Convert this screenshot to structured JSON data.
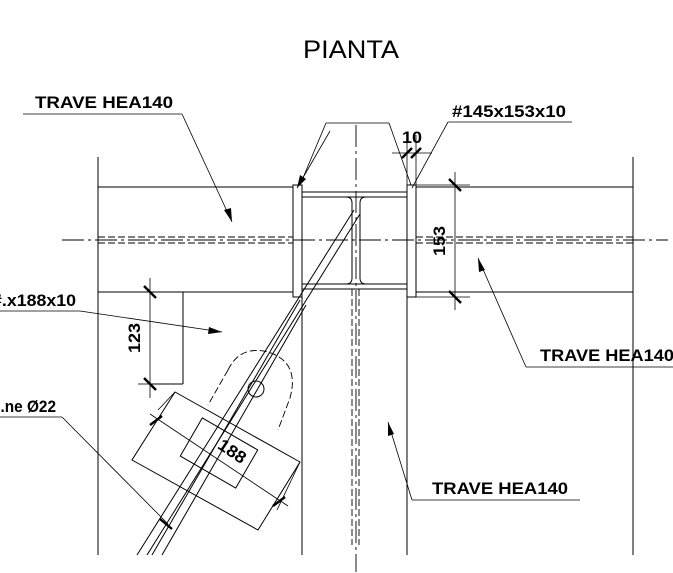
{
  "drawing": {
    "title": "PIANTA",
    "labels": {
      "beam_top_left": "TRAVE HEA140",
      "plate_top": "#145x153x10",
      "plate_left": "#.x188x10",
      "pin": "...ne Ø22",
      "beam_right": "TRAVE HEA140",
      "beam_bottom": "TRAVE HEA140"
    },
    "dimensions": {
      "plate_thickness": "10",
      "beam_height": "153",
      "plate_height": "123",
      "plate_length": "188"
    }
  }
}
